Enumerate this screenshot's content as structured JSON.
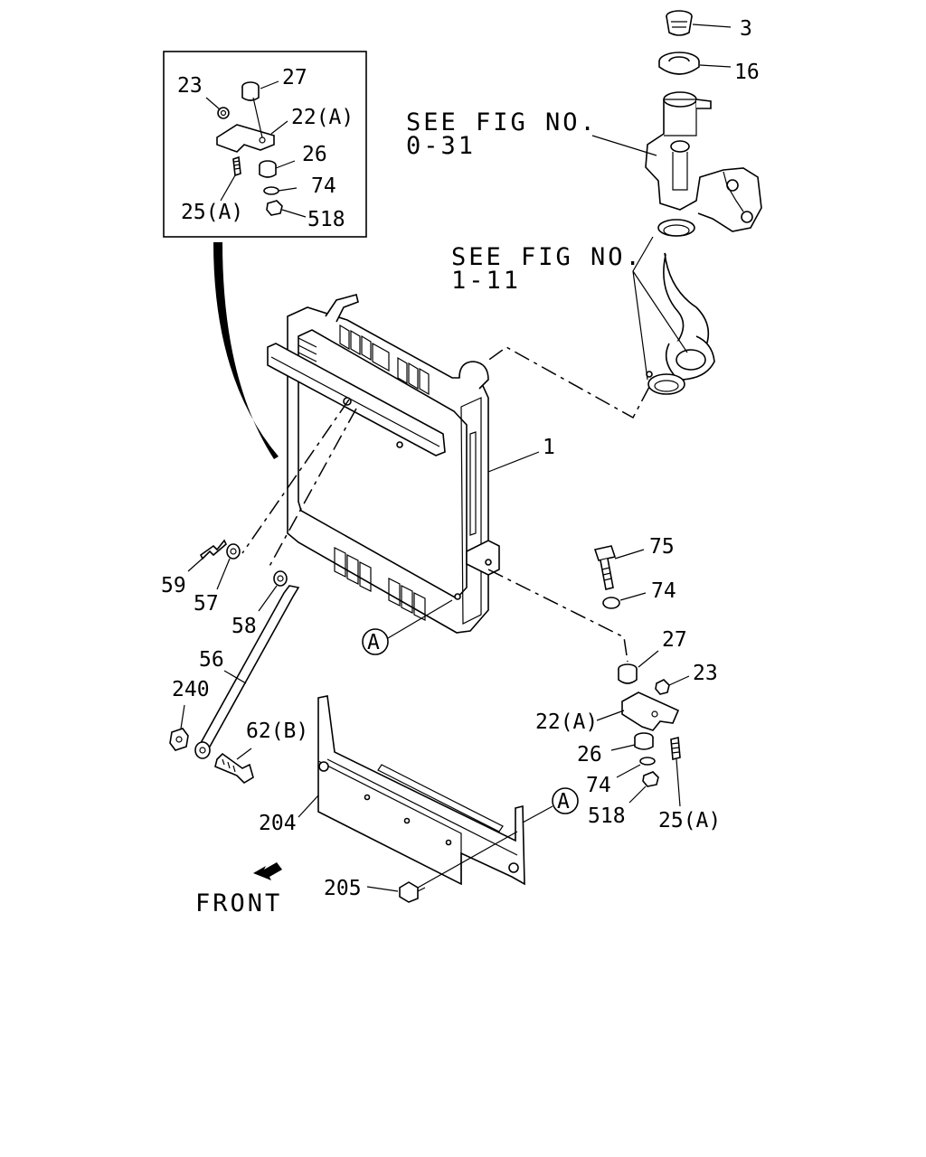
{
  "see_refs": [
    {
      "line1": "SEE FIG NO.",
      "line2": "0-31"
    },
    {
      "line1": "SEE FIG NO.",
      "line2": "1-11"
    }
  ],
  "callouts": {
    "p3": "3",
    "p16": "16",
    "p1": "1",
    "p75": "75",
    "p74_right": "74",
    "p27_right": "27",
    "p23_right": "23",
    "p22a_right": "22(A)",
    "p26_right": "26",
    "p74_lower": "74",
    "p518_lower": "518",
    "p25a_right": "25(A)",
    "p59": "59",
    "p57": "57",
    "p58": "58",
    "p56": "56",
    "p240": "240",
    "p62b": "62(B)",
    "p204": "204",
    "p205": "205",
    "inset_23": "23",
    "inset_27": "27",
    "inset_22a": "22(A)",
    "inset_26": "26",
    "inset_74": "74",
    "inset_25a": "25(A)",
    "inset_518": "518"
  },
  "circle_markers": {
    "a_left": "A",
    "a_right": "A"
  },
  "front_label": "FRONT"
}
